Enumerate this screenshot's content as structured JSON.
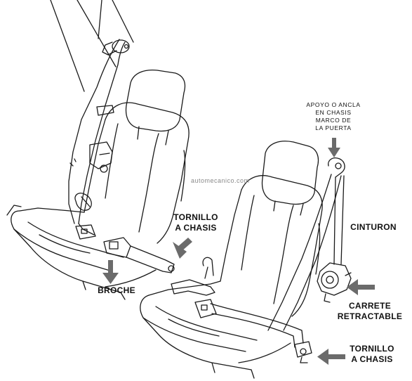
{
  "watermark": "automecanico.com",
  "labels": {
    "apoyo": [
      "APOYO O ANCLA",
      "EN CHASIS",
      "MARCO DE",
      "LA PUERTA"
    ],
    "cinturon": "CINTURON",
    "tornillo_left": [
      "TORNILLO",
      "A CHASIS"
    ],
    "broche": "BROCHE",
    "carrete": [
      "CARRETE",
      "RETRACTABLE"
    ],
    "tornillo_right": [
      "TORNILLO",
      "A CHASIS"
    ]
  },
  "colors": {
    "line": "#1a1a1a",
    "arrow": "#6b6b6b",
    "text": "#111111"
  }
}
